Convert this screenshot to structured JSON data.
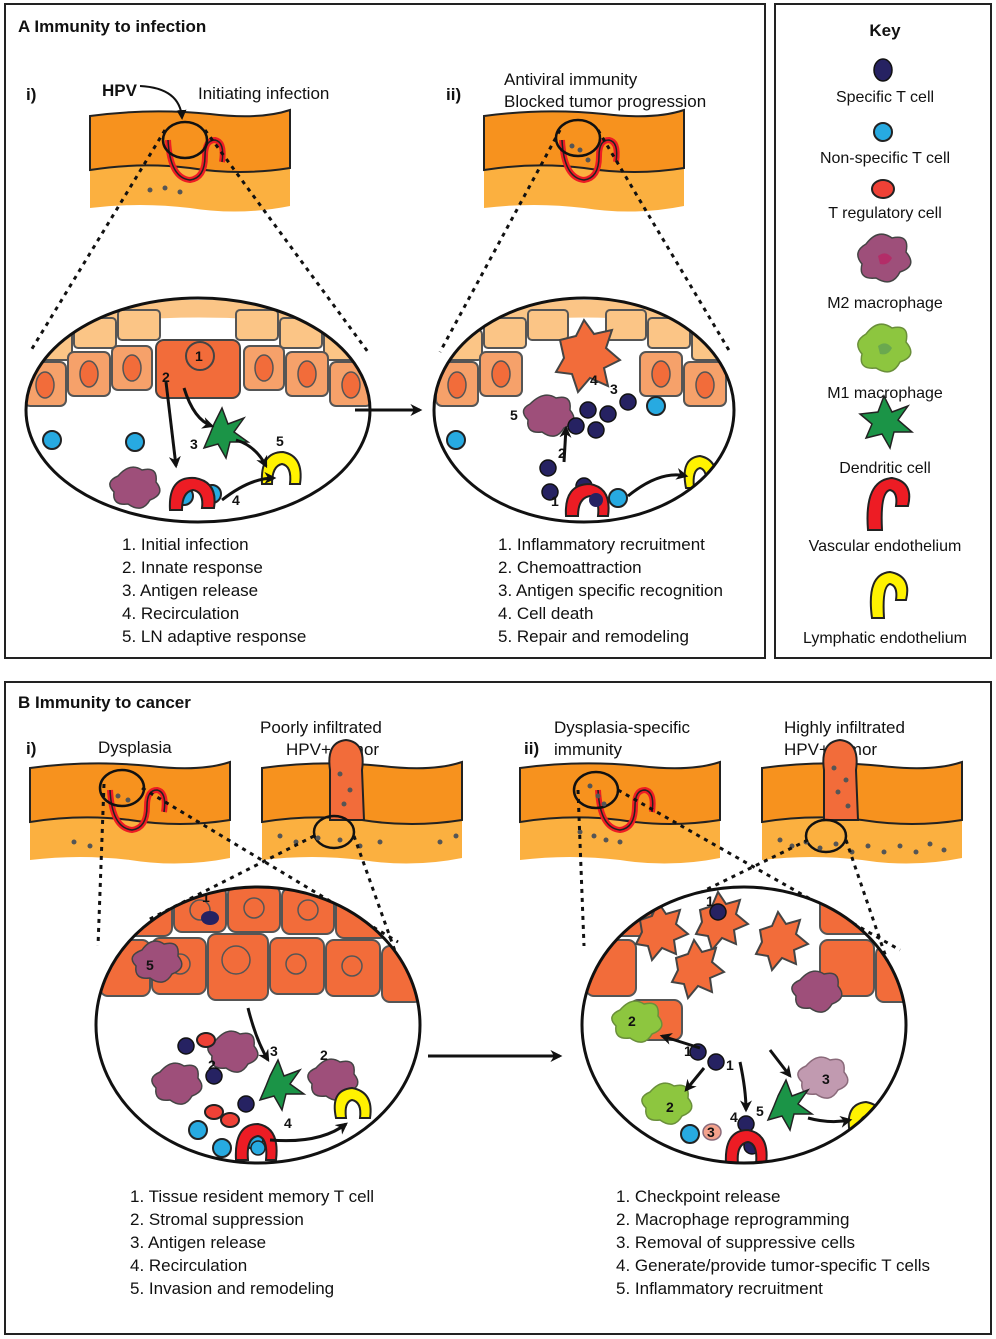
{
  "panelA": {
    "title": "A  Immunity to infection",
    "sub_i": "i)",
    "sub_ii": "ii)",
    "hpv_label": "HPV",
    "initiating": "Initiating infection",
    "antiviral_1": "Antiviral immunity",
    "antiviral_2": "Blocked tumor progression",
    "steps_i": [
      "1. Initial infection",
      "2. Innate response",
      "3. Antigen release",
      "4. Recirculation",
      "5. LN adaptive response"
    ],
    "steps_ii": [
      "1. Inflammatory recruitment",
      "2. Chemoattraction",
      "3. Antigen specific recognition",
      "4. Cell death",
      "5. Repair and remodeling"
    ]
  },
  "key": {
    "title": "Key",
    "items": [
      "Specific T cell",
      "Non-specific T cell",
      "T regulatory cell",
      "M2 macrophage",
      "M1 macrophage",
      "Dendritic cell",
      "Vascular endothelium",
      "Lymphatic endothelium"
    ]
  },
  "panelB": {
    "title": "B  Immunity to cancer",
    "sub_i": "i)",
    "sub_ii": "ii)",
    "dysplasia": "Dysplasia",
    "poorly_1": "Poorly infiltrated",
    "poorly_2": "HPV+ tumor",
    "dysspec_1": "Dysplasia-specific",
    "dysspec_2": "immunity",
    "highly_1": "Highly infiltrated",
    "highly_2": "HPV+ tumor",
    "steps_i": [
      "1. Tissue resident memory T cell",
      "2. Stromal suppression",
      "3. Antigen release",
      "4. Recirculation",
      "5. Invasion and remodeling"
    ],
    "steps_ii": [
      "1. Checkpoint release",
      "2. Macrophage reprogramming",
      "3. Removal of suppressive cells",
      "4. Generate/provide tumor-specific T cells",
      "5. Inflammatory recruitment"
    ]
  },
  "marker_numbers": [
    "1",
    "2",
    "3",
    "4",
    "5"
  ],
  "colors": {
    "epithelium": "#f7921e",
    "stroma": "#fbb040",
    "tumor_cell": "#f26c3a",
    "specific_t": "#262262",
    "nonspecific_t": "#27aae1",
    "treg": "#ef4136",
    "m2": "#9e4f7a",
    "m1": "#8dc63f",
    "dendritic": "#1b9447",
    "vascular": "#ed1c24",
    "lymphatic": "#fff200"
  }
}
